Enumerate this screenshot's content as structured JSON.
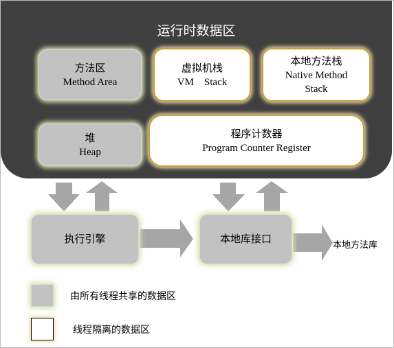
{
  "runtime_area": {
    "title": "运行时数据区"
  },
  "blocks": {
    "method_area": {
      "cn": "方法区",
      "en": "Method Area"
    },
    "vm_stack": {
      "cn": "虚拟机栈",
      "en": "VM    Stack"
    },
    "native_stack": {
      "cn": "本地方法栈",
      "en1": "Native Method",
      "en2": "Stack"
    },
    "heap": {
      "cn": "堆",
      "en": "Heap"
    },
    "pc_register": {
      "cn": "程序计数器",
      "en": "Program Counter Register"
    }
  },
  "engine": {
    "label": "执行引擎"
  },
  "native_interface": {
    "label": "本地库接口"
  },
  "native_library": {
    "label": "本地方法库"
  },
  "legend": {
    "shared": "由所有线程共享的数据区",
    "isolated": "线程隔离的数据区"
  },
  "colors": {
    "runtime_bg": "#3f3f3f",
    "shared_fill": "#c2c2c2",
    "shared_glow": "#d6e7b0",
    "isolated_border": "#c9a033",
    "arrow": "#a6a6a6"
  }
}
